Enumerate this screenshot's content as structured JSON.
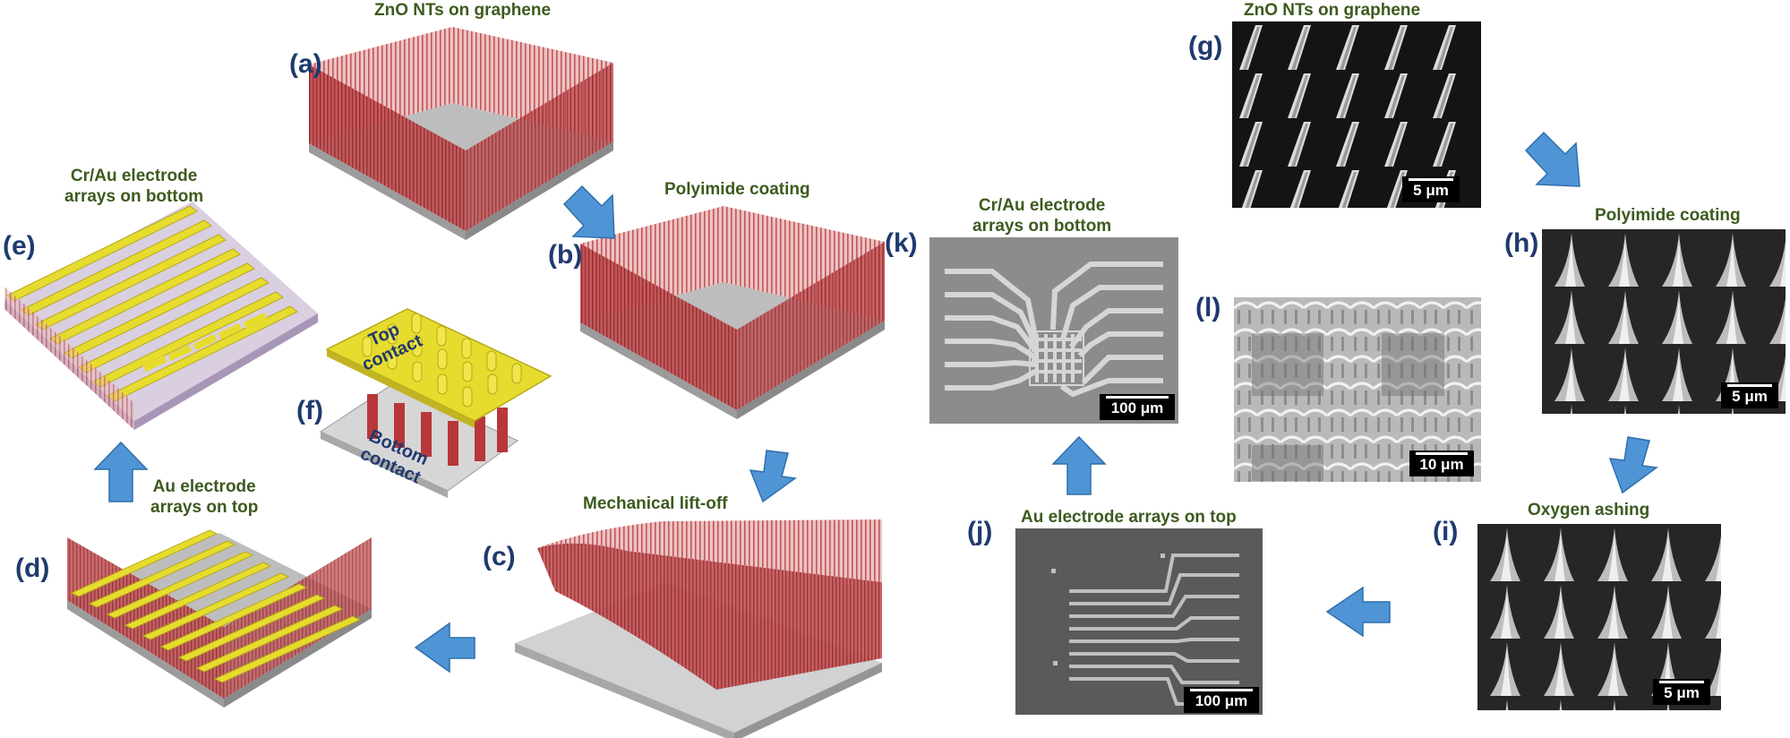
{
  "captions": {
    "a": "ZnO NTs on graphene",
    "b": "Polyimide coating",
    "c": "Mechanical lift-off",
    "d": "Au electrode\narrays on top",
    "e": "Cr/Au electrode\narrays on bottom",
    "g": "ZnO NTs on graphene",
    "h": "Polyimide coating",
    "i": "Oxygen ashing",
    "j": "Au electrode arrays on top",
    "k": "Cr/Au electrode\narrays on bottom"
  },
  "labels": {
    "a": "(a)",
    "b": "(b)",
    "c": "(c)",
    "d": "(d)",
    "e": "(e)",
    "f": "(f)",
    "g": "(g)",
    "h": "(h)",
    "i": "(i)",
    "j": "(j)",
    "k": "(k)",
    "l": "(l)"
  },
  "device": {
    "top": "Top\ncontact",
    "bottom": "Bottom\ncontact"
  },
  "scale_bars": {
    "g": "5 μm",
    "h": "5 μm",
    "i": "5 μm",
    "j": "100 μm",
    "k": "100 μm",
    "l": "10 μm"
  },
  "colors": {
    "nanotube": "#b8373a",
    "electrode": "#e6dc2e",
    "substrate": "#c9c9c9",
    "arrow": "#4f95d6",
    "caption": "#3d5a1e",
    "label": "#1f3a6e"
  }
}
